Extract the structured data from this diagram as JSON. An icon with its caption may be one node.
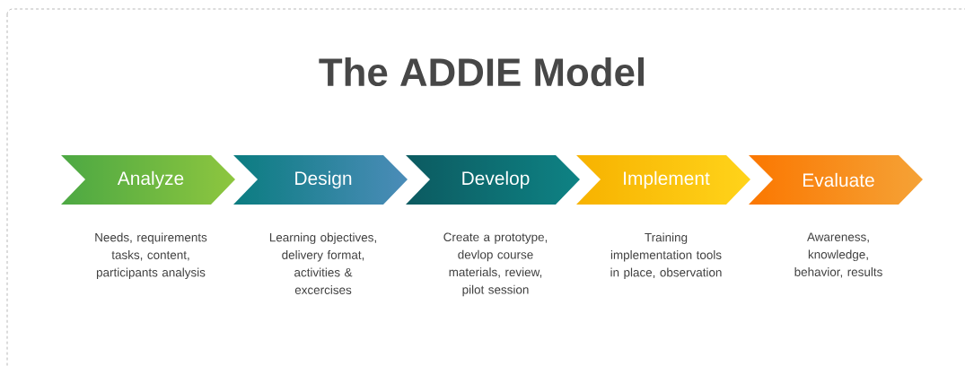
{
  "diagram": {
    "title": "The ADDIE Model",
    "nodes": [
      {
        "text": [
          "Analyze"
        ],
        "beside": [
          "Needs, requirements tasks, content, participants analysis"
        ]
      },
      {
        "text": [
          "Design"
        ],
        "beside": [
          "Learning objectives, delivery format, activities & excercises"
        ]
      },
      {
        "text": [
          "Develop"
        ],
        "beside": [
          "Create a prototype, devlop course materials, review, pilot session"
        ]
      },
      {
        "text": [
          "Implement"
        ],
        "beside": [
          "Training implementation tools in place, observation"
        ]
      },
      {
        "text": [
          "Evaluate"
        ],
        "beside": [
          "Awareness, knowledge, behavior, results"
        ]
      }
    ]
  }
}
